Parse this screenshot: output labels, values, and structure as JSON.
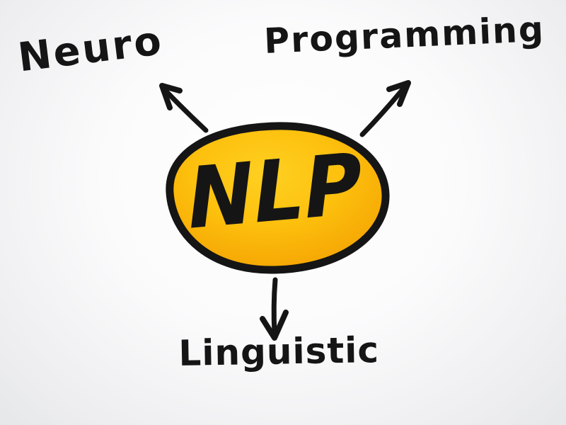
{
  "diagram": {
    "type": "mind-map",
    "center": {
      "label": "NLP"
    },
    "nodes": [
      {
        "id": "neuro",
        "label": "Neuro",
        "position": "top-left"
      },
      {
        "id": "programming",
        "label": "Programming",
        "position": "top-right"
      },
      {
        "id": "linguistic",
        "label": "Linguistic",
        "position": "bottom"
      }
    ],
    "colors": {
      "ink": "#151515",
      "ellipse_fill_center": "#ffd022",
      "ellipse_fill_mid": "#fdc00d",
      "ellipse_fill_edge": "#f29c00",
      "background_center": "#ffffff",
      "background_edge": "#e6e7e9"
    }
  }
}
